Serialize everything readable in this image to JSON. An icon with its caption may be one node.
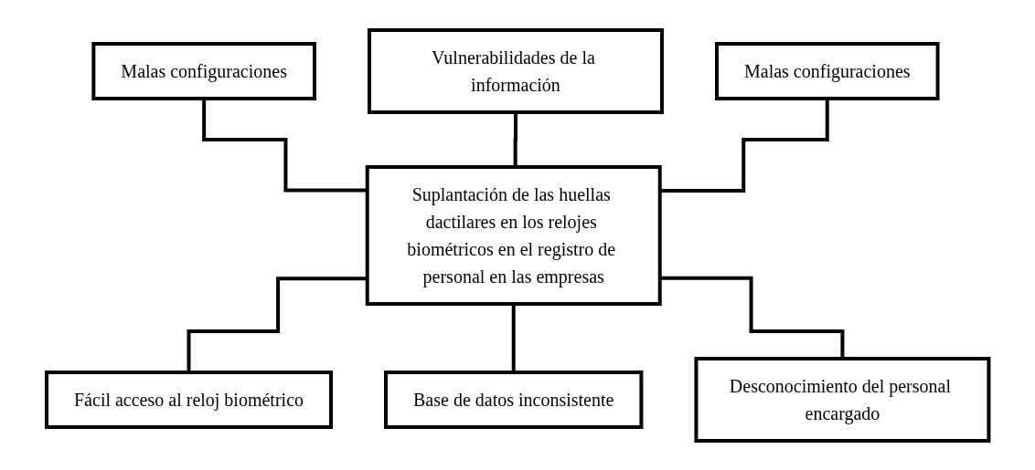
{
  "diagram": {
    "nodes": [
      {
        "text": [
          "Malas configuraciones"
        ]
      },
      {
        "text": [
          "Vulnerabilidades de la información"
        ]
      },
      {
        "text": [
          "Malas configuraciones"
        ]
      },
      {
        "text": [
          "Suplantación de las huellas dactilares en los relojes biométricos en el registro de personal en las empresas"
        ]
      },
      {
        "text": [
          "Fácil acceso al reloj biométrico"
        ]
      },
      {
        "text": [
          "Base de datos inconsistente"
        ]
      },
      {
        "text": [
          "Desconocimiento del personal encargado"
        ]
      }
    ],
    "edges": [
      {
        "from": 0,
        "to": 3,
        "arrow": "none"
      },
      {
        "from": 1,
        "to": 3,
        "arrow": "none"
      },
      {
        "from": 2,
        "to": 3,
        "arrow": "none"
      },
      {
        "from": 3,
        "to": 4,
        "arrow": "none"
      },
      {
        "from": 3,
        "to": 5,
        "arrow": "none"
      },
      {
        "from": 3,
        "to": 6,
        "arrow": "none"
      }
    ]
  }
}
